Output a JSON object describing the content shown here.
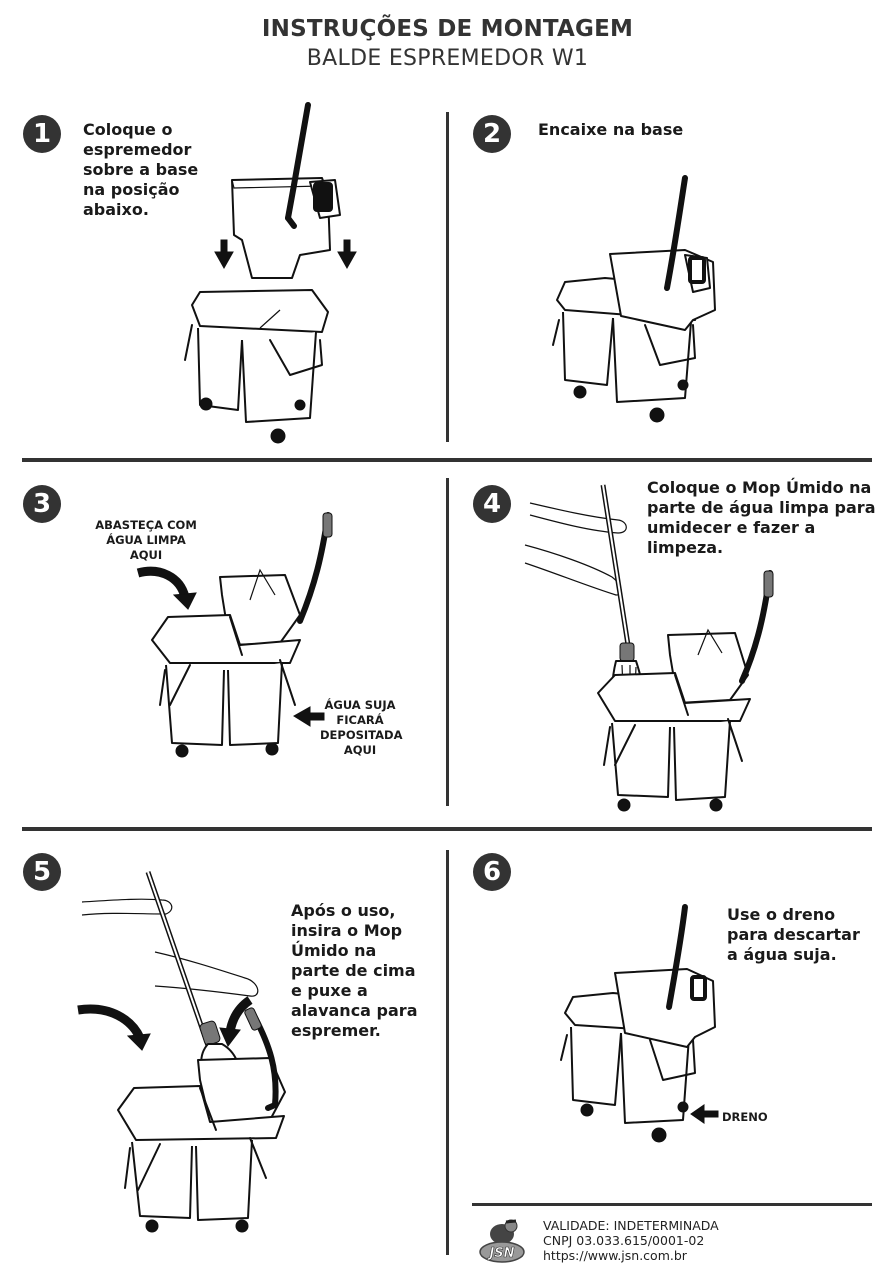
{
  "header": {
    "title": "INSTRUÇÕES DE MONTAGEM",
    "subtitle": "BALDE ESPREMEDOR W1"
  },
  "steps": [
    {
      "number": "1",
      "lines": [
        "Coloque o",
        "espremedor",
        "sobre a base",
        "na posição",
        "abaixo."
      ]
    },
    {
      "number": "2",
      "lines": [
        "Encaixe na base"
      ]
    },
    {
      "number": "3",
      "lines": [],
      "callouts": {
        "clean_water": [
          "ABASTEÇA COM",
          "ÁGUA LIMPA",
          "AQUI"
        ],
        "dirty_water": [
          "ÁGUA SUJA",
          "FICARÁ",
          "DEPOSITADA",
          "AQUI"
        ]
      }
    },
    {
      "number": "4",
      "lines": [
        "Coloque o Mop Úmido na",
        "parte de água limpa para",
        "umidecer e fazer a",
        "limpeza."
      ]
    },
    {
      "number": "5",
      "lines": [
        "Após o uso,",
        "insira o Mop",
        "Úmido na",
        "parte de cima",
        "e puxe a",
        "alavanca para",
        "espremer."
      ]
    },
    {
      "number": "6",
      "lines": [
        "Use o dreno",
        "para descartar",
        "a água suja."
      ],
      "callouts": {
        "drain": "DRENO"
      }
    }
  ],
  "footer": {
    "logo_text": "JSN",
    "validity": "VALIDADE: INDETERMINADA",
    "cnpj": "CNPJ 03.033.615/0001-02",
    "url": "https://www.jsn.com.br"
  },
  "colors": {
    "ink": "#333333",
    "text": "#1a1a1a",
    "background": "#ffffff"
  }
}
